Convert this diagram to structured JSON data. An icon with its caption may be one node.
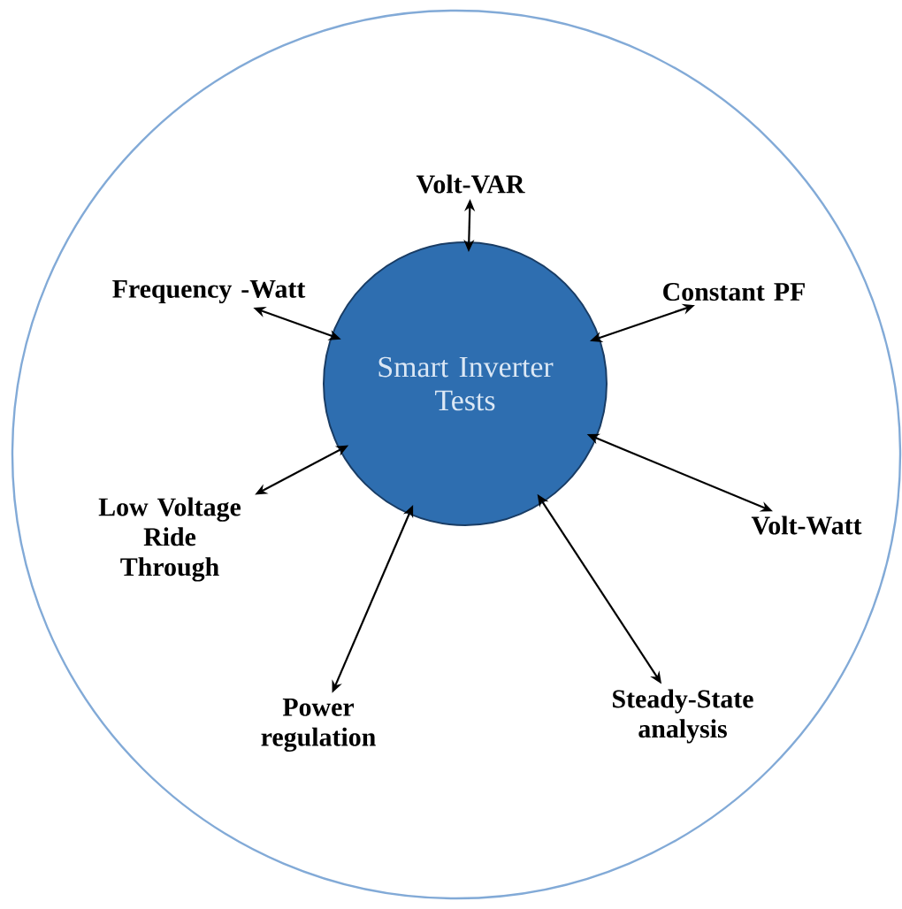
{
  "diagram": {
    "nodes": [
      {
        "text": [
          "Smart Inverter Tests"
        ]
      },
      {
        "text": [
          "Volt-VAR"
        ]
      },
      {
        "text": [
          "Constant PF"
        ]
      },
      {
        "text": [
          "Volt-Watt"
        ]
      },
      {
        "text": [
          "Steady-State analysis"
        ]
      },
      {
        "text": [
          "Power regulation"
        ]
      },
      {
        "text": [
          "Low Voltage Ride Through"
        ]
      },
      {
        "text": [
          "Frequency -Watt"
        ]
      }
    ],
    "edges": [
      {
        "from": 0,
        "to": 1,
        "arrow": "both"
      },
      {
        "from": 0,
        "to": 2,
        "arrow": "both"
      },
      {
        "from": 0,
        "to": 3,
        "arrow": "both"
      },
      {
        "from": 0,
        "to": 4,
        "arrow": "both"
      },
      {
        "from": 0,
        "to": 5,
        "arrow": "both"
      },
      {
        "from": 0,
        "to": 6,
        "arrow": "both"
      },
      {
        "from": 0,
        "to": 7,
        "arrow": "both"
      }
    ]
  }
}
